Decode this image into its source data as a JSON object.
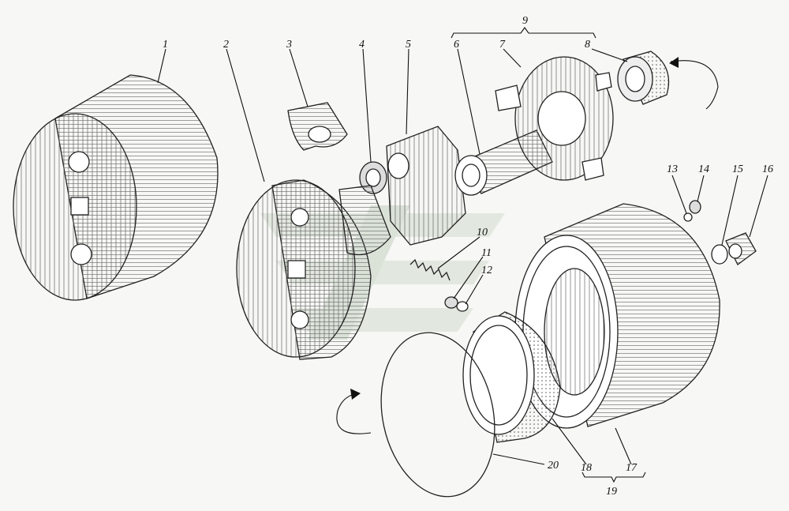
{
  "labels": {
    "l1": "1",
    "l2": "2",
    "l3": "3",
    "l4": "4",
    "l5": "5",
    "l6": "6",
    "l7": "7",
    "l8": "8",
    "l9": "9",
    "l10": "10",
    "l11": "11",
    "l12": "12",
    "l13": "13",
    "l14": "14",
    "l15": "15",
    "l16": "16",
    "l17": "17",
    "l18": "18",
    "l19": "19",
    "l20": "20"
  },
  "colors": {
    "line": "#111111",
    "paper": "#f7f7f5",
    "watermark": "#c9d8c6"
  }
}
